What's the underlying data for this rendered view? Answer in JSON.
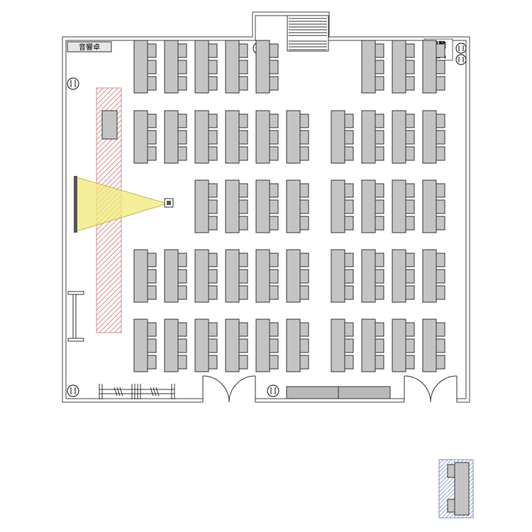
{
  "labels": {
    "sound_desk": "音響卓",
    "evacuation_line1": "避難",
    "evacuation_line2": "器具"
  },
  "desk_grid": {
    "columns": 10,
    "rows": 5,
    "empty_cells": [
      [
        0,
        5
      ],
      [
        0,
        6
      ],
      [
        2,
        0
      ],
      [
        2,
        1
      ]
    ]
  },
  "colors": {
    "wall": "#444444",
    "desk_fill": "#c4c4c4",
    "desk_stroke": "#333333",
    "projection_cone": "#f0e878",
    "stage_hatch": "#d98c8c",
    "screen": "#555555",
    "counter_fill": "#b8b8b8",
    "legend_hatch": "#7a8cc8"
  }
}
